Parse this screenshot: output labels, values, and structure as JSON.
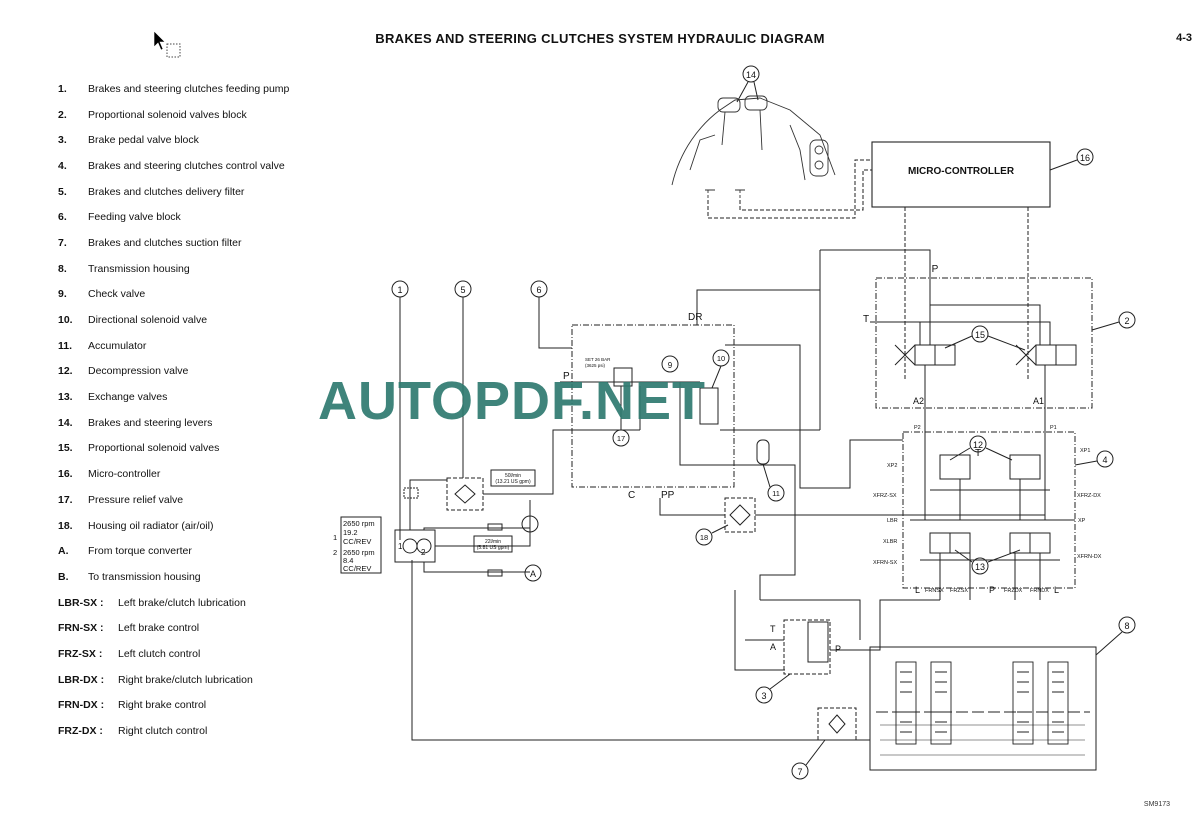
{
  "title": "BRAKES AND STEERING CLUTCHES SYSTEM HYDRAULIC DIAGRAM",
  "page_number": "4-3",
  "legend": [
    {
      "key": "1.",
      "text": "Brakes and steering clutches feeding pump"
    },
    {
      "key": "2.",
      "text": "Proportional solenoid valves block"
    },
    {
      "key": "3.",
      "text": "Brake pedal valve block"
    },
    {
      "key": "4.",
      "text": "Brakes and steering clutches control valve"
    },
    {
      "key": "5.",
      "text": "Brakes and clutches delivery filter"
    },
    {
      "key": "6.",
      "text": "Feeding valve block"
    },
    {
      "key": "7.",
      "text": "Brakes and clutches suction filter"
    },
    {
      "key": "8.",
      "text": "Transmission housing"
    },
    {
      "key": "9.",
      "text": "Check valve"
    },
    {
      "key": "10.",
      "text": "Directional solenoid valve"
    },
    {
      "key": "11.",
      "text": "Accumulator"
    },
    {
      "key": "12.",
      "text": "Decompression valve"
    },
    {
      "key": "13.",
      "text": "Exchange valves"
    },
    {
      "key": "14.",
      "text": "Brakes and steering levers"
    },
    {
      "key": "15.",
      "text": "Proportional solenoid valves"
    },
    {
      "key": "16.",
      "text": "Micro-controller"
    },
    {
      "key": "17.",
      "text": "Pressure relief valve"
    },
    {
      "key": "18.",
      "text": "Housing oil radiator (air/oil)"
    },
    {
      "key": "A.",
      "text": "From torque converter"
    },
    {
      "key": "B.",
      "text": "To transmission housing"
    }
  ],
  "abbreviations": [
    {
      "key": "LBR-SX :",
      "text": "Left brake/clutch lubrication"
    },
    {
      "key": "FRN-SX :",
      "text": "Left brake control"
    },
    {
      "key": "FRZ-SX :",
      "text": "Left clutch control"
    },
    {
      "key": "LBR-DX :",
      "text": "Right brake/clutch lubrication"
    },
    {
      "key": "FRN-DX :",
      "text": "Right brake control"
    },
    {
      "key": "FRZ-DX :",
      "text": "Right clutch control"
    }
  ],
  "diagram": {
    "micro_controller": "MICRO-CONTROLLER",
    "pump_specs": [
      {
        "n": "1",
        "rpm": "2650 rpm",
        "disp": "19.2",
        "unit": "CC/REV"
      },
      {
        "n": "2",
        "rpm": "2650 rpm",
        "disp": "8.4",
        "unit": "CC/REV"
      }
    ],
    "flow1": "50l/min",
    "flow1b": "(13.21 US gpm)",
    "flow2": "22l/min",
    "flow2b": "(5.81 US gpm)",
    "set_label": "SET 26 BAR",
    "set_label2": "(3625 psi)",
    "ports": {
      "P": "P",
      "T": "T",
      "DR": "DR",
      "C": "C",
      "PP": "PP",
      "A2": "A2",
      "A1": "A1",
      "P2": "P2",
      "P1": "P1",
      "XP2": "XP2",
      "XP1": "XP1",
      "XFRZSX": "XFRZ-SX",
      "XFRZDX": "XFRZ-DX",
      "LBR": "LBR",
      "XP": "XP",
      "XLBR": "XLBR",
      "XFRNSX": "XFRN-SX",
      "XFRNDX": "XFRN-DX",
      "L": "L",
      "FRNSX": "FRNSX",
      "FRZSX": "FRZSX",
      "FRZDX": "FRZDX",
      "FRNDX": "FRNDX",
      "A": "A"
    },
    "callouts": [
      "1",
      "2",
      "3",
      "4",
      "5",
      "6",
      "7",
      "8",
      "9",
      "10",
      "11",
      "12",
      "13",
      "14",
      "15",
      "16",
      "17",
      "18"
    ]
  },
  "watermark": "AUTOPDF.NET",
  "footer_code": "SM9173"
}
